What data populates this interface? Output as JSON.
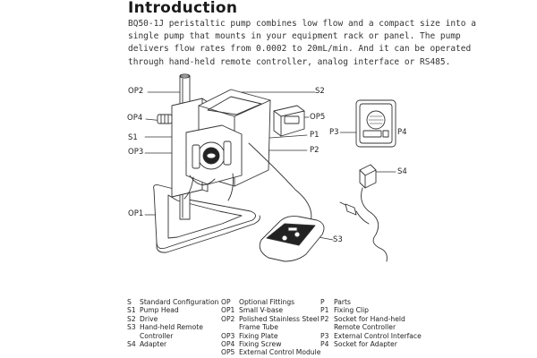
{
  "title": "Introduction",
  "intro_lines": [
    "BQ50-1J peristaltic pump combines low flow and a compact size into a",
    "single pump that mounts in your equipment rack or panel. The pump",
    "delivers flow rates from 0.0002 to 20mL/min. And it can be operated",
    "through hand-held remote controller, analog interface or RS485."
  ],
  "callouts": {
    "op2": "OP2",
    "s2": "S2",
    "op4": "OP4",
    "op5": "OP5",
    "p3": "P3",
    "p4": "P4",
    "s1": "S1",
    "p1": "P1",
    "op3": "OP3",
    "p2": "P2",
    "s4": "S4",
    "op1": "OP1",
    "s3": "S3"
  },
  "legend": {
    "col1": [
      {
        "code": "S",
        "text": "Standard Configuration"
      },
      {
        "code": "S1",
        "text": "Pump Head"
      },
      {
        "code": "S2",
        "text": "Drive"
      },
      {
        "code": "S3",
        "text": "Hand-held Remote"
      },
      {
        "code": "",
        "text": "Controller"
      },
      {
        "code": "S4",
        "text": "Adapter"
      }
    ],
    "col2": [
      {
        "code": "OP",
        "text": "Optional Fittings"
      },
      {
        "code": "OP1",
        "text": "Small V-base"
      },
      {
        "code": "OP2",
        "text": "Polished Stainless Steel"
      },
      {
        "code": "",
        "text": "Frame Tube"
      },
      {
        "code": "OP3",
        "text": "Fixing Plate"
      },
      {
        "code": "OP4",
        "text": "Fixing Screw"
      },
      {
        "code": "OP5",
        "text": "External Control Module"
      }
    ],
    "col3": [
      {
        "code": "P",
        "text": "Parts"
      },
      {
        "code": "P1",
        "text": "Fixing Clip"
      },
      {
        "code": "P2",
        "text": "Socket for Hand-held"
      },
      {
        "code": "",
        "text": "Remote Controller"
      },
      {
        "code": "P3",
        "text": "External Control Interface"
      },
      {
        "code": "P4",
        "text": "Socket for Adapter"
      }
    ]
  }
}
